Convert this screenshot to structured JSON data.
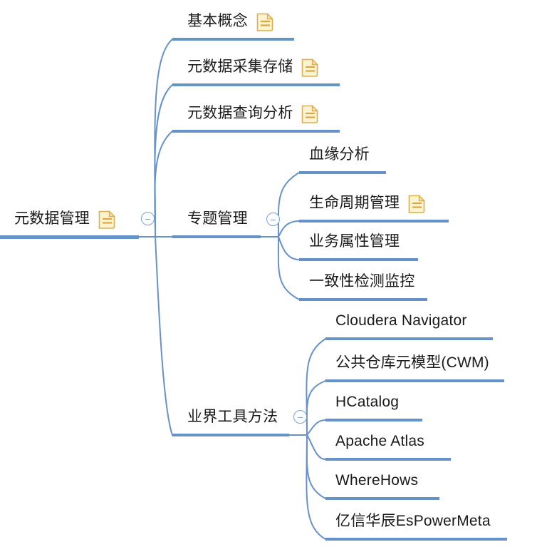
{
  "map": {
    "root": {
      "label": "元数据管理",
      "note": true
    },
    "level1": [
      {
        "label": "基本概念",
        "note": true
      },
      {
        "label": "元数据采集存储",
        "note": true
      },
      {
        "label": "元数据查询分析",
        "note": true
      },
      {
        "label": "专题管理",
        "note": false,
        "children": [
          {
            "label": "血缘分析",
            "note": false
          },
          {
            "label": "生命周期管理",
            "note": true
          },
          {
            "label": "业务属性管理",
            "note": false
          },
          {
            "label": "一致性检测监控",
            "note": false
          }
        ]
      },
      {
        "label": "业界工具方法",
        "note": false,
        "children": [
          {
            "label": "Cloudera Navigator",
            "note": false
          },
          {
            "label": "公共仓库元模型(CWM)",
            "note": false
          },
          {
            "label": "HCatalog",
            "note": false
          },
          {
            "label": "Apache Atlas",
            "note": false
          },
          {
            "label": "WhereHows",
            "note": false
          },
          {
            "label": "亿信华辰EsPowerMeta",
            "note": false
          }
        ]
      }
    ],
    "collapse_glyph": "−",
    "colors": {
      "line": "#6792C9",
      "text": "#1a1a1a",
      "note_fill": "#FCF3D0",
      "note_border": "#DCAF53",
      "note_lines": "#D9A845",
      "button_border": "#7CA2D4",
      "button_fill": "#FBFDFF"
    }
  }
}
